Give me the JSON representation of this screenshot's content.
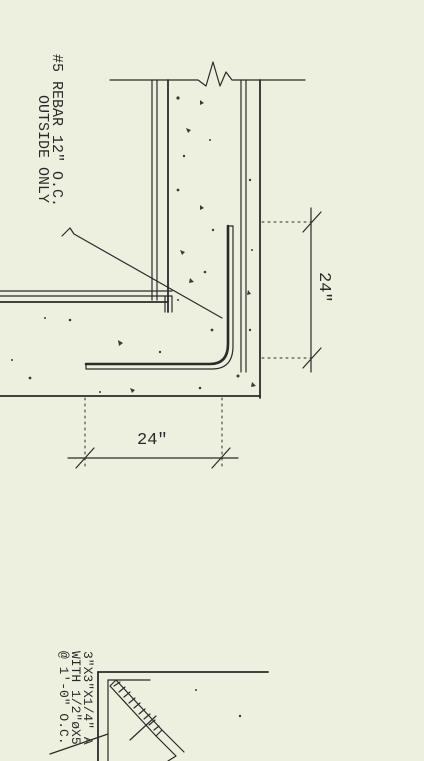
{
  "drawing": {
    "rebar_note_line1": "#5 REBAR 12\" O.C.",
    "rebar_note_line2": "OUTSIDE ONLY",
    "dim_vertical": "24\"",
    "dim_horizontal": "24\"",
    "angle_note_line1": "3\"X3\"X1/4\" A",
    "angle_note_line2": "WITH 1/2\"øX5",
    "angle_note_line3": "@ 1'-0\" O.C."
  },
  "colors": {
    "paper": "#eef0df",
    "ink": "#2a2a2a"
  }
}
